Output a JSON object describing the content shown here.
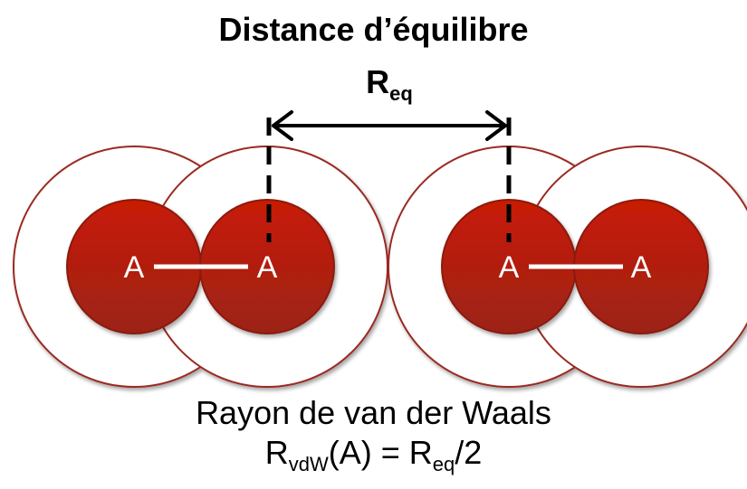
{
  "title": "Distance d’équilibre",
  "req_label": {
    "main": "R",
    "sub": "eq"
  },
  "atoms": [
    "A",
    "A",
    "A",
    "A"
  ],
  "caption": "Rayon de van der Waals",
  "formula": {
    "r": "R",
    "r_sub": "vdW",
    "arg": "(A) = ",
    "r2": "R",
    "r2_sub": "eq",
    "tail": "/2"
  },
  "colors": {
    "atom_fill_top": "#c81a05",
    "atom_fill_bottom": "#9c2418",
    "atom_stroke": "#8a1a10",
    "vdw_stroke": "#9a2a20",
    "bond": "#ffffff",
    "line": "#000000"
  }
}
